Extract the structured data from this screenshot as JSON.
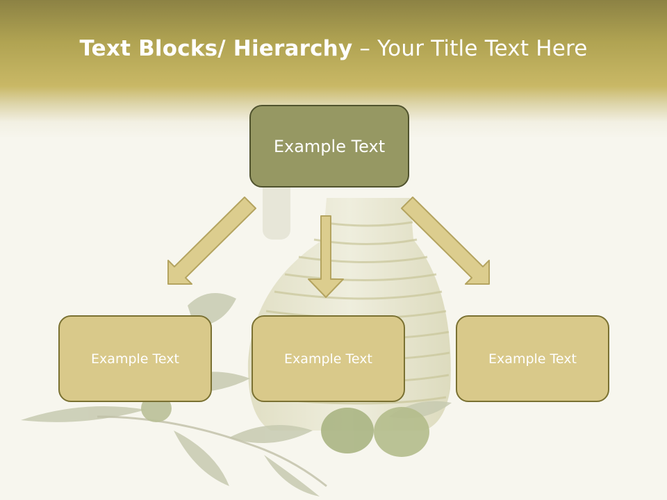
{
  "slide": {
    "title_bold": "Text Blocks/ Hierarchy",
    "title_rest": " – Your Title Text Here"
  },
  "diagram": {
    "top_box": "Example Text",
    "children": [
      "Example Text",
      "Example Text",
      "Example Text"
    ]
  },
  "colors": {
    "header": "#b0a352",
    "top_box_fill": "#969863",
    "child_box_fill": "#d9c98a",
    "arrow_fill": "#dccd8e",
    "border": "#7a7132"
  }
}
